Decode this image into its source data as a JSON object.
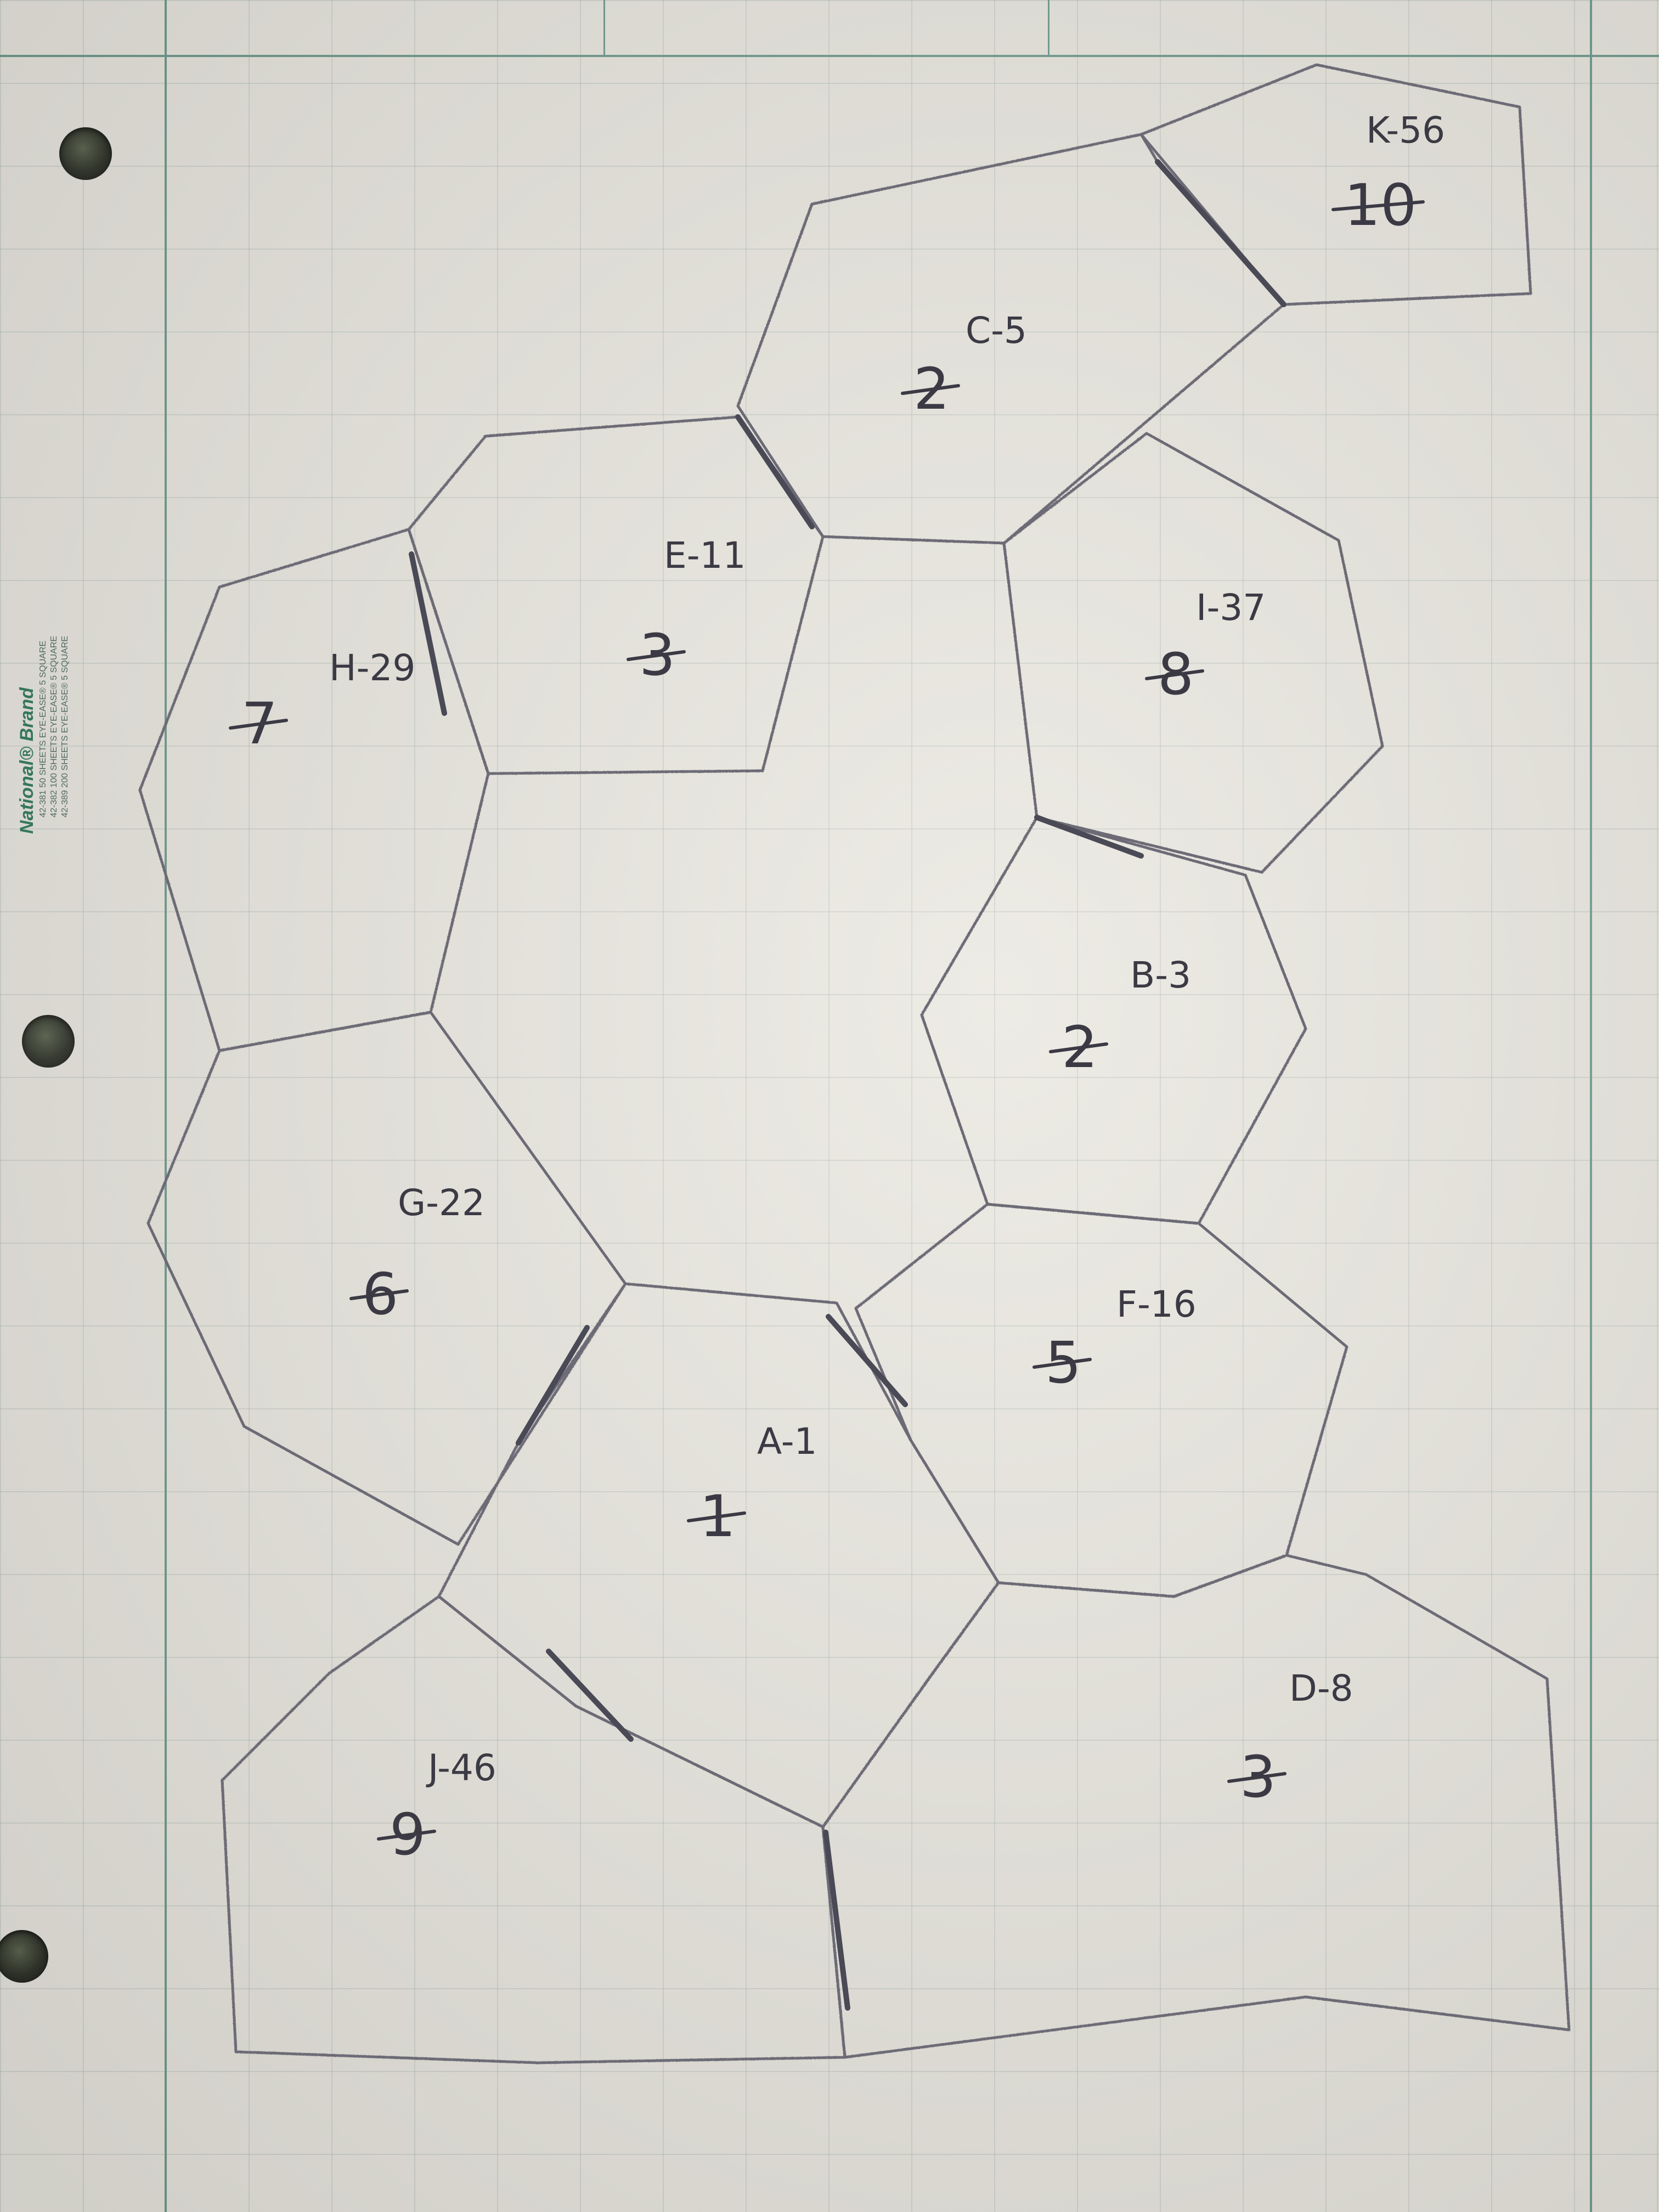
{
  "brand": {
    "logo": "National® Brand",
    "codes": [
      "42-381   50 SHEETS EYE-EASE®  5 SQUARE",
      "42-382  100 SHEETS EYE-EASE®  5 SQUARE",
      "42-389  200 SHEETS EYE-EASE®  5 SQUARE"
    ]
  },
  "cells": [
    {
      "id": "k",
      "label": "K-56",
      "number": "10"
    },
    {
      "id": "c",
      "label": "C-5",
      "number": "2"
    },
    {
      "id": "e",
      "label": "E-11",
      "number": "3"
    },
    {
      "id": "h",
      "label": "H-29",
      "number": "7"
    },
    {
      "id": "i",
      "label": "I-37",
      "number": "8"
    },
    {
      "id": "b",
      "label": "B-3",
      "number": "2"
    },
    {
      "id": "g",
      "label": "G-22",
      "number": "6"
    },
    {
      "id": "f",
      "label": "F-16",
      "number": "5"
    },
    {
      "id": "a",
      "label": "A-1",
      "number": "1"
    },
    {
      "id": "j",
      "label": "J-46",
      "number": "9"
    },
    {
      "id": "d",
      "label": "D-8",
      "number": "3"
    }
  ]
}
